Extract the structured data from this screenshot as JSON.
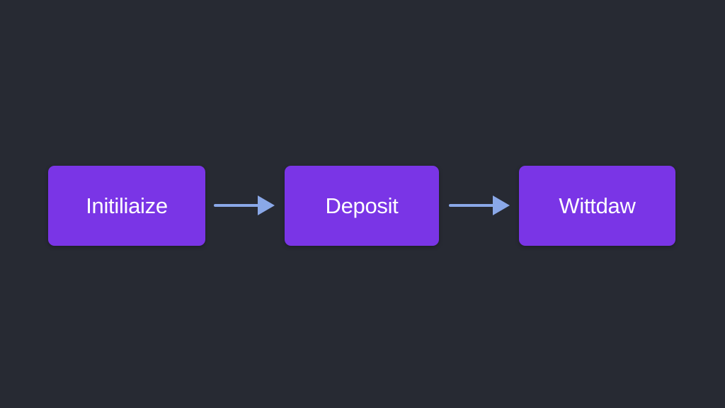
{
  "diagram": {
    "colors": {
      "background": "#272a33",
      "node_fill": "#7a35e6",
      "node_text": "#ffffff",
      "arrow": "#8aa8e8"
    },
    "steps": [
      {
        "label": "Initiliaize"
      },
      {
        "label": "Deposit"
      },
      {
        "label": "Wittdaw"
      }
    ],
    "connectors": [
      {
        "from": 0,
        "to": 1,
        "icon": "arrow-right-icon"
      },
      {
        "from": 1,
        "to": 2,
        "icon": "arrow-right-icon"
      }
    ]
  }
}
